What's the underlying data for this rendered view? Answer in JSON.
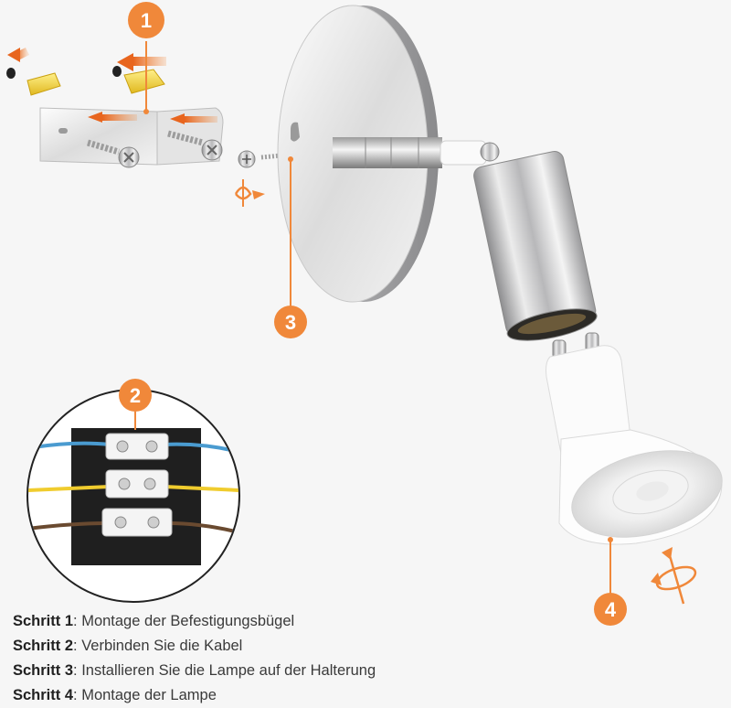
{
  "accent_color": "#f0883a",
  "badges": [
    "1",
    "2",
    "3",
    "4"
  ],
  "steps": [
    {
      "label": "Schritt 1",
      "text": ": Montage der Befestigungsbügel"
    },
    {
      "label": "Schritt 2",
      "text": ": Verbinden Sie die Kabel"
    },
    {
      "label": "Schritt 3",
      "text": ": Installieren Sie die Lampe auf der Halterung"
    },
    {
      "label": "Schritt 4",
      "text": ": Montage der Lampe"
    }
  ],
  "icons": [
    "wall-plug-icon",
    "screw-icon",
    "mounting-bracket",
    "wall-plate",
    "lamp-arm",
    "spot-head",
    "gu10-bulb",
    "terminal-block",
    "rotate-arrow-icon"
  ]
}
